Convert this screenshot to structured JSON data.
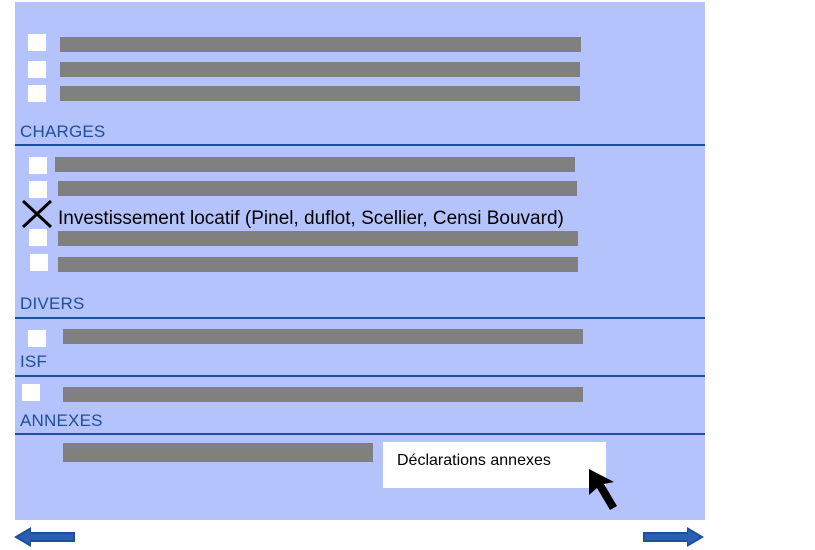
{
  "sections": {
    "charges": "CHARGES",
    "divers": "DIVERS",
    "isf": "ISF",
    "annexes": "ANNEXES"
  },
  "charges": {
    "selected_item": "Investissement locatif (Pinel, duflot, Scellier, Censi Bouvard)"
  },
  "annexes": {
    "tooltip": "Déclarations annexes"
  },
  "colors": {
    "panel": "#b4c3fb",
    "divider": "#1f4e9c",
    "placeholder_bar": "#808080",
    "nav_arrow": "#1f4e9c"
  },
  "icons": {
    "nav_prev": "arrow-left-icon",
    "nav_next": "arrow-right-icon",
    "cursor": "mouse-pointer-icon",
    "checked": "x-mark-icon"
  }
}
